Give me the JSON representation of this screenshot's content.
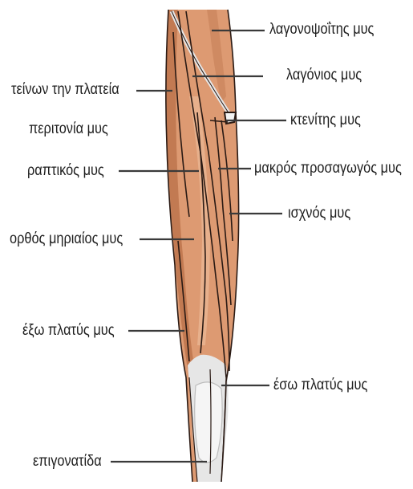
{
  "colors": {
    "muscle": "#dd9a72",
    "muscle_light": "#efc3a2",
    "muscle_shadow": "#c27a52",
    "tendon": "#e6e6e6",
    "outline": "#2a1a14",
    "leader": "#3a3a3a",
    "text": "#1e1e1e"
  },
  "labels": {
    "iliopsoas": "λαγονοψοΐτης μυς",
    "iliacus": "λαγόνιος μυς",
    "pectineus": "κτενίτης μυς",
    "adductor_longus": "μακρός προσαγωγός μυς",
    "gracilis": "ισχνός μυς",
    "vastus_medialis": "έσω πλατύς μυς",
    "tfl_line1": "τείνων την πλατεία",
    "tfl_line2": "περιτονία μυς",
    "sartorius": "ραπτικός μυς",
    "rectus_femoris": "ορθός μηριαίος μυς",
    "vastus_lateralis": "έξω πλατύς μυς",
    "patella": "επιγονατίδα"
  }
}
